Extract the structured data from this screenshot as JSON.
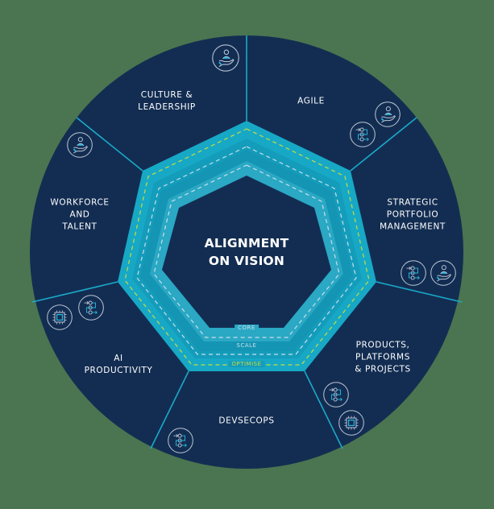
{
  "diagram": {
    "title": "Alignment on Vision",
    "center": {
      "label": "ALIGNMENT\nON VISION"
    },
    "colors": {
      "background": "#4a7550",
      "circle": "#132d52",
      "divider": "#1aa9c9",
      "optimise_ring": "#17a8c6",
      "scale_ring": "#1497b6",
      "core_ring": "#2aa8c4",
      "center": "#132d52",
      "optimise_dash": "#c8dc3c",
      "inner_dash": "#c9dfe9",
      "icon_stroke": "#b9c4d3",
      "icon_accent": "#27b6dc"
    },
    "rings": [
      {
        "id": "core",
        "label": "CORE"
      },
      {
        "id": "scale",
        "label": "SCALE"
      },
      {
        "id": "optimise",
        "label": "OPTIMISE"
      }
    ],
    "segments": [
      {
        "id": "culture",
        "label": "CULTURE &\nLEADERSHIP",
        "icons": [
          "people-care-icon"
        ]
      },
      {
        "id": "agile",
        "label": "AGILE",
        "icons": [
          "workflow-icon",
          "people-care-icon"
        ]
      },
      {
        "id": "spm",
        "label": "STRATEGIC\nPORTFOLIO\nMANAGEMENT",
        "icons": [
          "workflow-icon",
          "people-care-icon"
        ]
      },
      {
        "id": "products",
        "label": "PRODUCTS,\nPLATFORMS\n& PROJECTS",
        "icons": [
          "workflow-icon",
          "chip-icon"
        ]
      },
      {
        "id": "devsecops",
        "label": "DEVSECOPS",
        "icons": [
          "workflow-icon"
        ]
      },
      {
        "id": "ai",
        "label": "AI\nPRODUCTIVITY",
        "icons": [
          "chip-icon",
          "workflow-icon"
        ]
      },
      {
        "id": "workforce",
        "label": "WORKFORCE\nAND\nTALENT",
        "icons": [
          "people-care-icon"
        ]
      }
    ]
  }
}
